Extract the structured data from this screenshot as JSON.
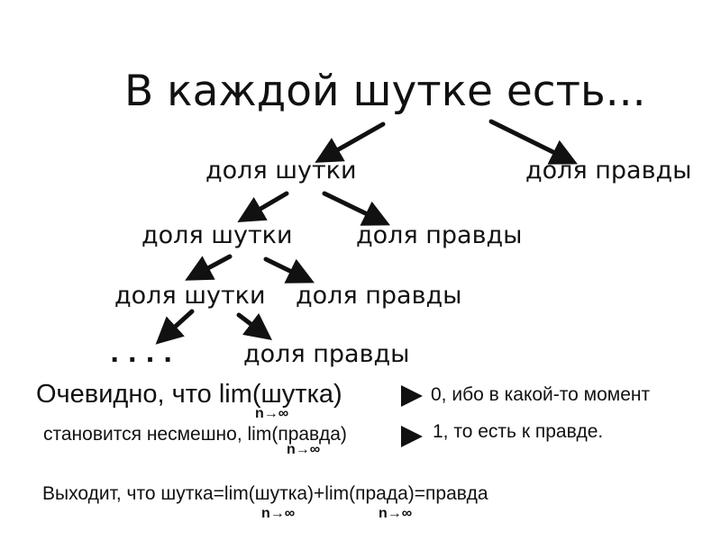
{
  "title": "В каждой шутке есть...",
  "tree": {
    "level1": {
      "left": "доля шутки",
      "right": "доля правды"
    },
    "level2": {
      "left": "доля шутки",
      "right": "доля правды"
    },
    "level3": {
      "left": "доля шутки",
      "right": "доля правды"
    },
    "level4": {
      "left": ". . . .",
      "right": "доля правды"
    }
  },
  "text": {
    "line1": "Очевидно, что lim(шутка)",
    "line1_result": "0, ибо в какой-то момент",
    "line2": "становится несмешно, lim(правда)",
    "line2_result": "1, то есть к правде.",
    "line3": "Выходит, что шутка=lim(шутка)+lim(прада)=правда",
    "limit_sub": "n→∞"
  }
}
